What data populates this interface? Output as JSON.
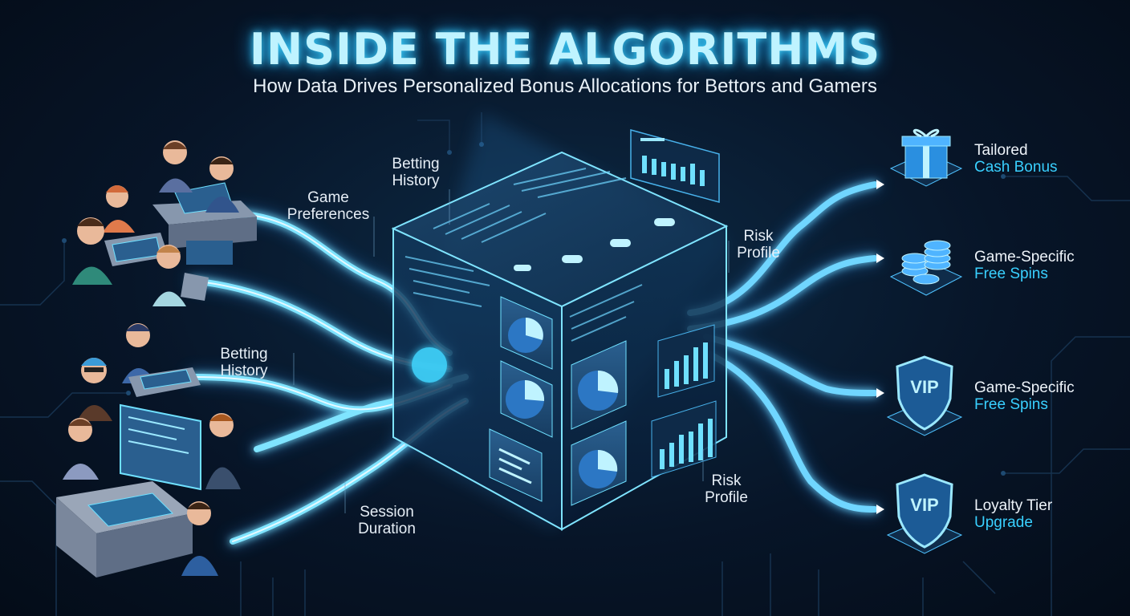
{
  "header": {
    "title": "INSIDE THE ALGORITHMS",
    "subtitle": "How Data Drives Personalized Bonus Allocations for Bettors and Gamers"
  },
  "inputs": {
    "game_preferences": [
      "Game",
      "Preferences"
    ],
    "betting_history_top": [
      "Betting",
      "History"
    ],
    "betting_history_left": [
      "Betting",
      "History"
    ],
    "session_duration": [
      "Session",
      "Duration"
    ],
    "risk_profile_top": [
      "Risk",
      "Profile"
    ],
    "risk_profile_bottom": [
      "Risk",
      "Profile"
    ]
  },
  "outputs": [
    {
      "line1": "Tailored",
      "line2": "Cash Bonus",
      "icon": "gift-box-icon"
    },
    {
      "line1": "Game-Specific",
      "line2": "Free Spins",
      "icon": "coin-stack-icon"
    },
    {
      "line1": "Game-Specific",
      "line2": "Free Spins",
      "icon": "vip-shield-icon",
      "badge": "VIP"
    },
    {
      "line1": "Loyalty Tier",
      "line2": "Upgrade",
      "icon": "vip-shield-icon",
      "badge": "VIP"
    }
  ],
  "colors": {
    "background": "#071528",
    "accent": "#39d0ff",
    "glow": "#6fe0ff",
    "circuit": "#16324f"
  }
}
